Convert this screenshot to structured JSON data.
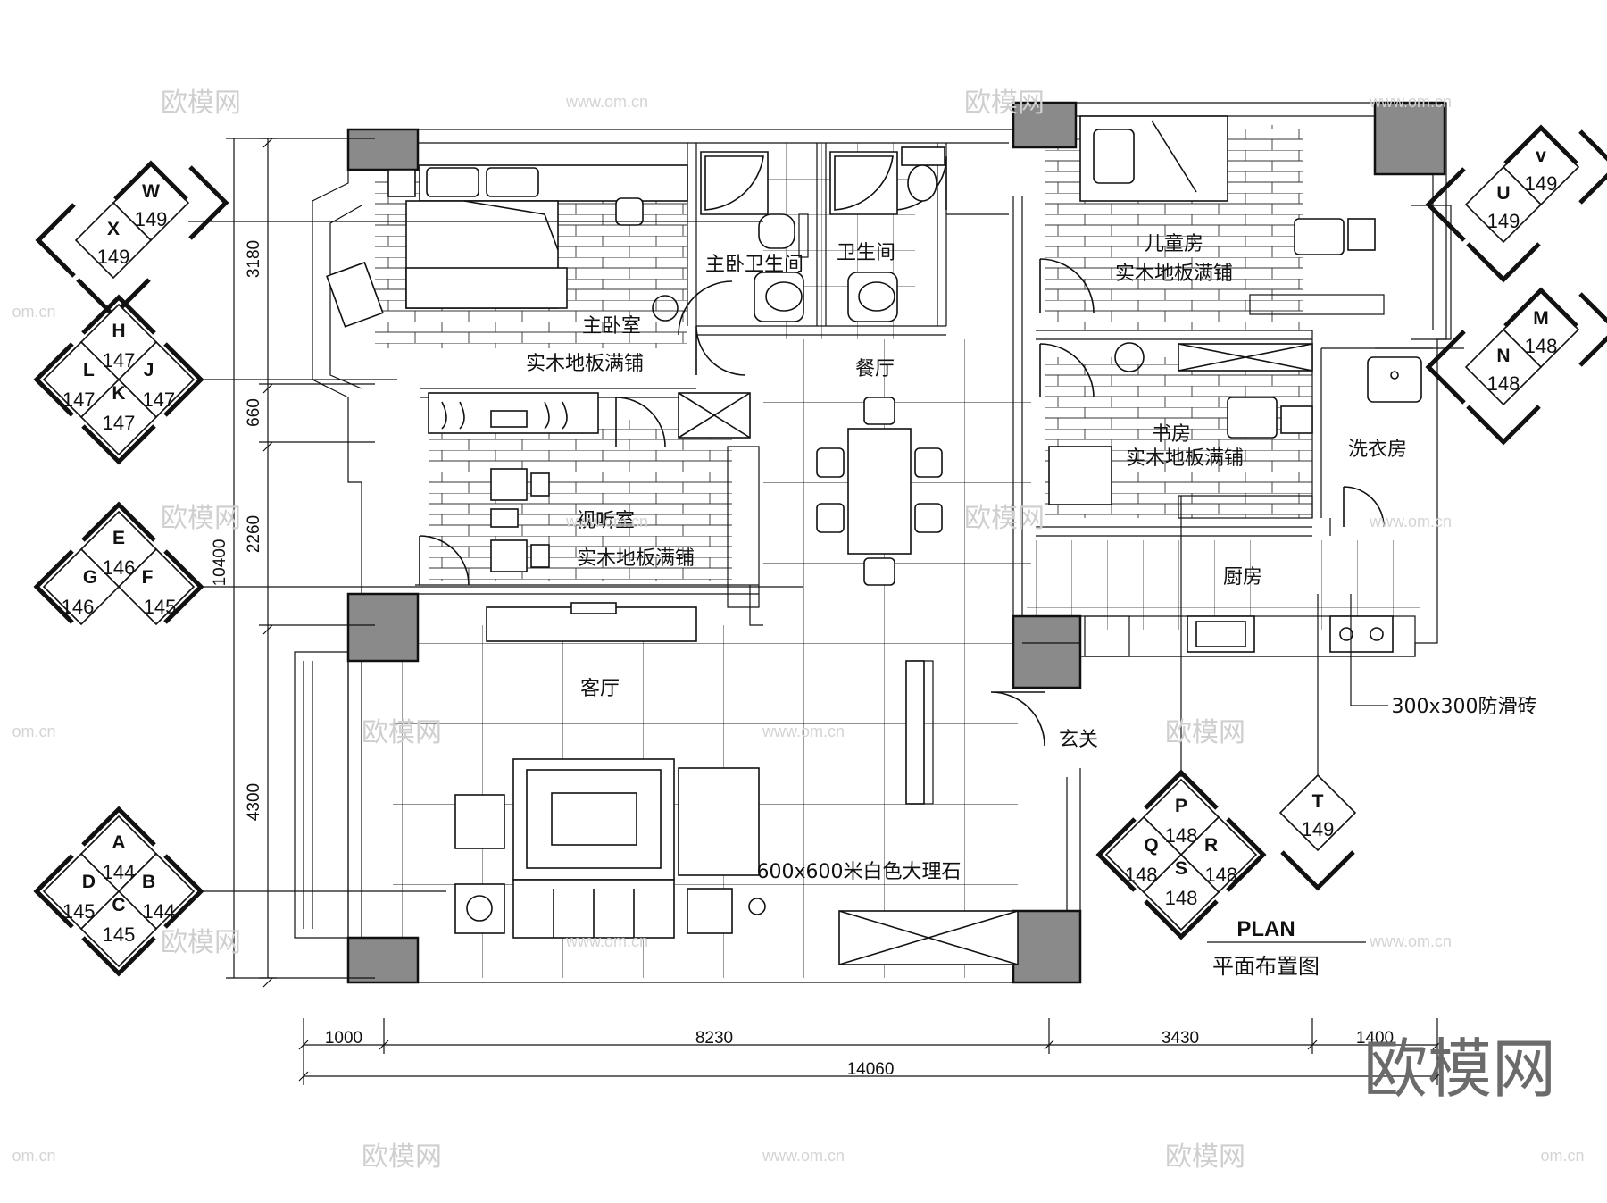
{
  "rooms": {
    "master_bedroom": "主卧室",
    "master_bedroom_floor": "实木地板满铺",
    "master_bath": "主卧卫生间",
    "bathroom": "卫生间",
    "av_room": "视听室",
    "av_room_floor": "实木地板满铺",
    "dining": "餐厅",
    "children_room": "儿童房",
    "children_room_floor": "实木地板满铺",
    "study": "书房",
    "study_floor": "实木地板满铺",
    "laundry": "洗衣房",
    "kitchen": "厨房",
    "living": "客厅",
    "entry": "玄关"
  },
  "notes": {
    "living_floor": "600x600米白色大理石",
    "kitchen_floor": "300x300防滑砖"
  },
  "plan_title": "PLAN",
  "plan_subtitle": "平面布置图",
  "dimensions": {
    "left": [
      "3180",
      "660",
      "2260",
      "4300"
    ],
    "left_total": "10400",
    "bottom": [
      "1000",
      "8230",
      "3430",
      "1400"
    ],
    "bottom_total": "14060"
  },
  "tags": {
    "WX": {
      "letters": [
        "W",
        "X"
      ],
      "numbers": [
        "149",
        "149"
      ]
    },
    "HJKL": {
      "letters": [
        "H",
        "J",
        "K",
        "L"
      ],
      "numbers": [
        "147",
        "147",
        "147",
        "147"
      ]
    },
    "EFG": {
      "letters": [
        "E",
        "F",
        "G"
      ],
      "numbers": [
        "146",
        "145",
        "146"
      ]
    },
    "ABCD": {
      "letters": [
        "A",
        "B",
        "C",
        "D"
      ],
      "numbers": [
        "144",
        "144",
        "145",
        "145"
      ]
    },
    "VU": {
      "letters": [
        "v",
        "U"
      ],
      "numbers": [
        "149",
        "149"
      ]
    },
    "MN": {
      "letters": [
        "M",
        "N"
      ],
      "numbers": [
        "148",
        "148"
      ]
    },
    "PQRS": {
      "letters": [
        "P",
        "Q",
        "R",
        "S"
      ],
      "numbers": [
        "148",
        "148",
        "148",
        "148"
      ]
    },
    "T": {
      "letters": [
        "T"
      ],
      "numbers": [
        "149"
      ]
    }
  },
  "watermarks": {
    "logo": "欧模网",
    "url": "www.om.cn",
    "url_short": "om.cn"
  }
}
